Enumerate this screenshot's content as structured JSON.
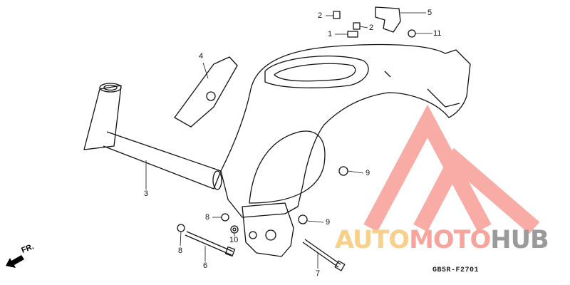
{
  "diagram": {
    "callouts": [
      {
        "id": "c2a",
        "text": "2"
      },
      {
        "id": "c2b",
        "text": "2"
      },
      {
        "id": "c1",
        "text": "1"
      },
      {
        "id": "c5",
        "text": "5"
      },
      {
        "id": "c11",
        "text": "11"
      },
      {
        "id": "c4",
        "text": "4"
      },
      {
        "id": "c3",
        "text": "3"
      },
      {
        "id": "c9a",
        "text": "9"
      },
      {
        "id": "c8a",
        "text": "8"
      },
      {
        "id": "c10",
        "text": "10"
      },
      {
        "id": "c9b",
        "text": "9"
      },
      {
        "id": "c8b",
        "text": "8"
      },
      {
        "id": "c6",
        "text": "6"
      },
      {
        "id": "c7",
        "text": "7"
      }
    ],
    "direction_label": "FR.",
    "diagram_code": "GB5R-F2701"
  },
  "watermark": {
    "part1": "AUTO",
    "part2": "MOTO",
    "part3": "HUB",
    "colors": {
      "part1": "#f9d08a",
      "part2": "#f8a49c",
      "part3": "#9a9a9a",
      "logo": "#f8a49c"
    }
  }
}
